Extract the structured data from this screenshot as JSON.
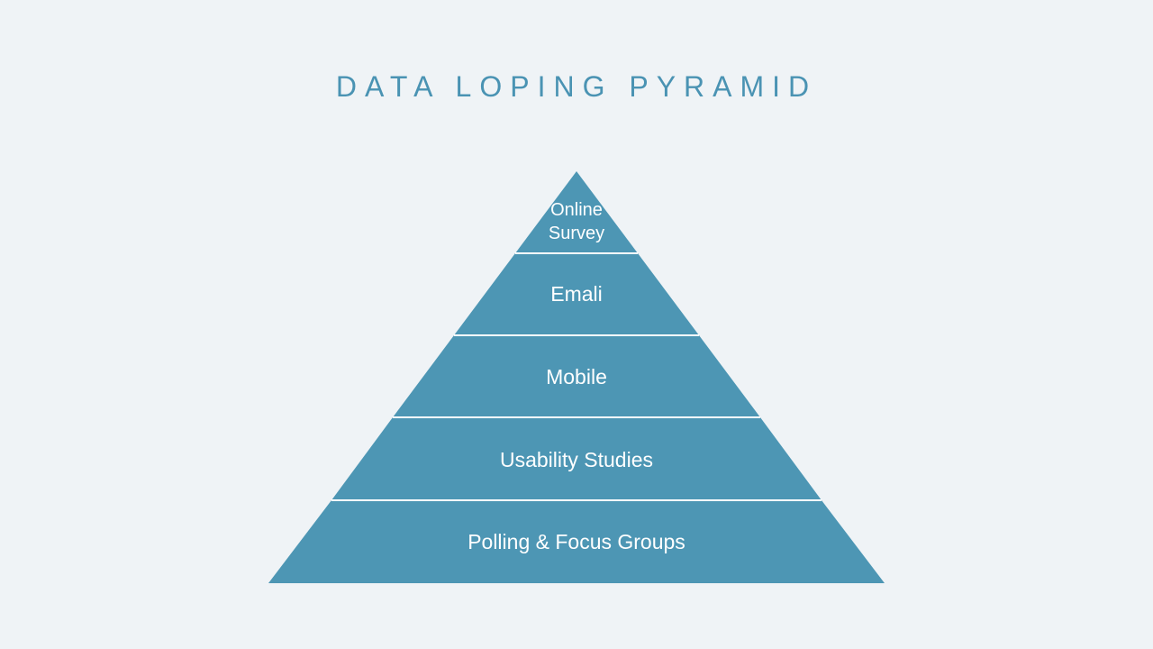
{
  "slide": {
    "title": "DATA LOPING PYRAMID",
    "tiers": [
      {
        "label_line1": "Online",
        "label_line2": "Survey"
      },
      {
        "label": "Emali"
      },
      {
        "label": "Mobile"
      },
      {
        "label": "Usability Studies"
      },
      {
        "label": "Polling & Focus Groups"
      }
    ]
  },
  "colors": {
    "background": "#eff3f6",
    "accent": "#4a93b3",
    "tier_fill": "#4d96b4",
    "divider": "#ffffff",
    "label_text": "#ffffff"
  }
}
